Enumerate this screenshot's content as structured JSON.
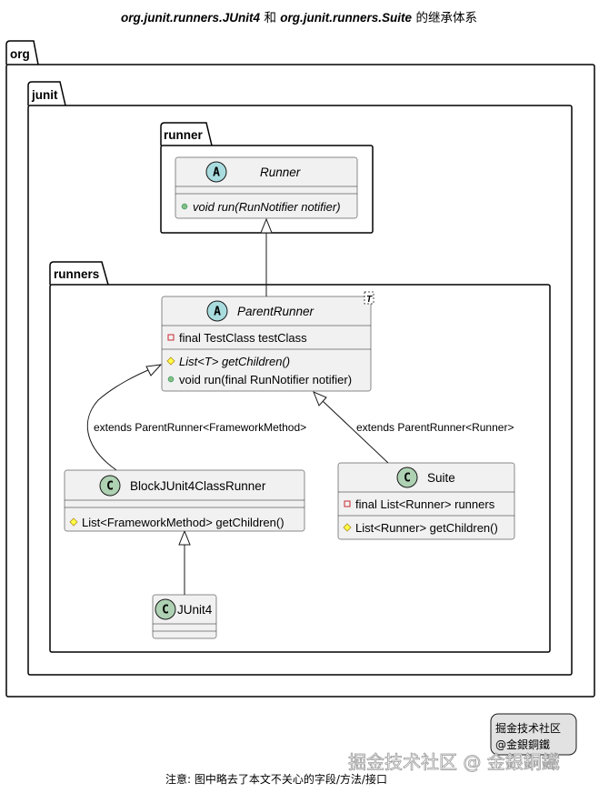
{
  "title": {
    "part1": "org.junit.runners.JUnit4",
    "and": " 和 ",
    "part2": "org.junit.runners.Suite",
    "suffix": " 的继承体系"
  },
  "packages": {
    "org": "org",
    "junit": "junit",
    "runner": "runner",
    "runners": "runners"
  },
  "classes": {
    "runner": {
      "stereotype_letter": "A",
      "name": "Runner",
      "fields": [],
      "methods": [
        {
          "visibility": "public",
          "text": "void run(RunNotifier notifier)",
          "abstract": true
        }
      ]
    },
    "parent_runner": {
      "stereotype_letter": "A",
      "name": "ParentRunner",
      "generic": "T",
      "fields": [
        {
          "visibility": "private",
          "text": "final TestClass testClass"
        }
      ],
      "methods": [
        {
          "visibility": "protected",
          "text": "List<T> getChildren()",
          "abstract": true
        },
        {
          "visibility": "public",
          "text": "void run(final RunNotifier notifier)",
          "abstract": false
        }
      ]
    },
    "block_runner": {
      "stereotype_letter": "C",
      "name": "BlockJUnit4ClassRunner",
      "fields": [],
      "methods": [
        {
          "visibility": "protected",
          "text": "List<FrameworkMethod> getChildren()"
        }
      ]
    },
    "suite": {
      "stereotype_letter": "C",
      "name": "Suite",
      "fields": [
        {
          "visibility": "private",
          "text": "final List<Runner> runners"
        }
      ],
      "methods": [
        {
          "visibility": "protected",
          "text": "List<Runner> getChildren()"
        }
      ]
    },
    "junit4": {
      "stereotype_letter": "C",
      "name": "JUnit4",
      "fields": [],
      "methods": []
    }
  },
  "edges": {
    "block_to_parent": "extends ParentRunner<FrameworkMethod>",
    "suite_to_parent": "extends ParentRunner<Runner>"
  },
  "note": {
    "line1": "掘金技术社区",
    "line2": "@金銀銅鐵"
  },
  "watermark": "掘金技术社区 @ 金銀銅鐵",
  "footer": "注意: 图中略去了本文不关心的字段/方法/接口",
  "colors": {
    "abstract_circle": "#a9dcdf",
    "class_circle": "#add1b2",
    "class_bg": "#f1f1f1",
    "class_border": "#181818",
    "public_dot": "#84be84",
    "private_square": "#c82930",
    "protected_diamond": "#ffff44",
    "note_bg": "#e2e2e2"
  }
}
